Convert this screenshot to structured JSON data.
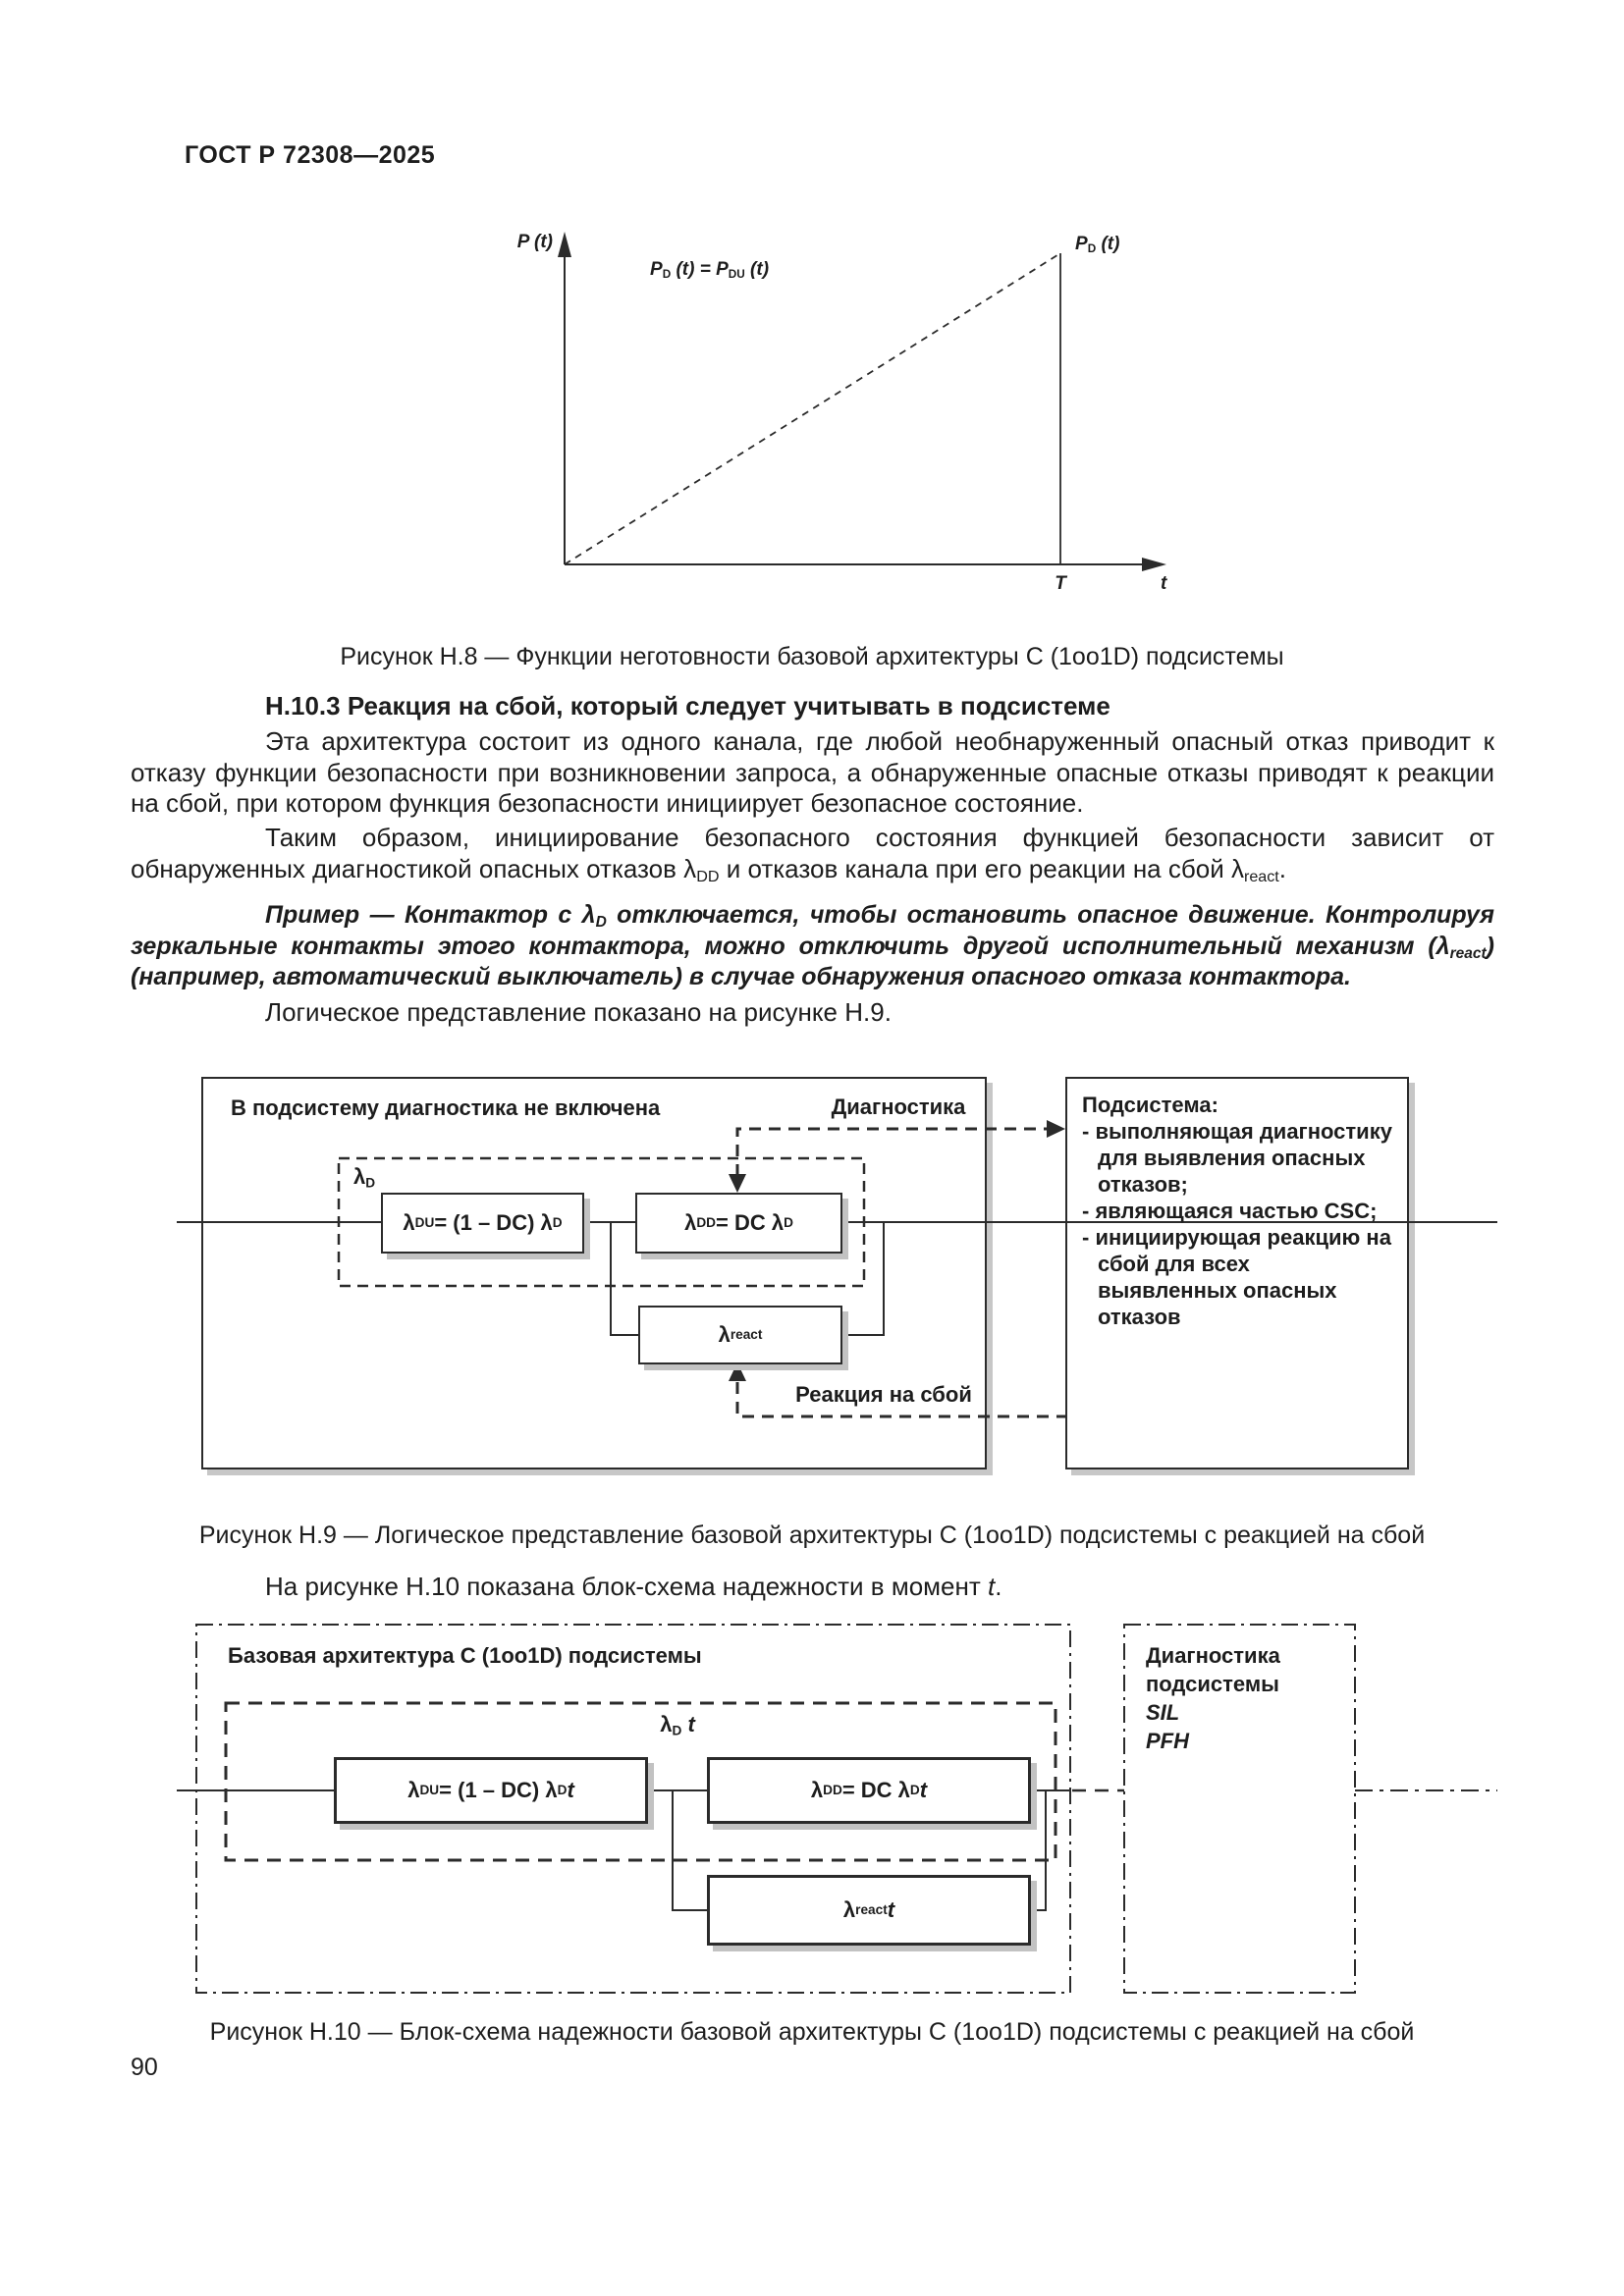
{
  "page": {
    "header": "ГОСТ Р 72308—2025",
    "number": "90"
  },
  "content": {
    "heading": "Н.10.3 Реакция на сбой, который следует учитывать в подсистеме",
    "p1": "Эта архитектура состоит из одного канала, где любой необнаруженный опасный отказ приводит к отказу функции безопасности при возникновении запроса, а обнаруженные опасные отказы приводят к реакции на сбой, при котором функция безопасности инициирует безопасное состояние.",
    "p2": [
      {
        "t": "Таким образом, инициирование безопасного состояния функцией безопасности зависит от обнаруженных диагностикой опасных отказов λ"
      },
      {
        "t": "DD",
        "sub": true
      },
      {
        "t": " и отказов канала при его реакции на сбой λ"
      },
      {
        "t": "react",
        "sub": true
      },
      {
        "t": "."
      }
    ],
    "example": [
      {
        "t": "Пример — Контактор с λ"
      },
      {
        "t": "D",
        "sub": true
      },
      {
        "t": " отключается, чтобы остановить опасное движение. Контролируя зеркальные контакты этого контактора, можно отключить другой исполнительный механизм (λ"
      },
      {
        "t": "react",
        "sub": true
      },
      {
        "t": ") (например, автоматический выключатель) в случае обнаружения опасного отказа контактора."
      }
    ],
    "p3": "Логическое представление показано на рисунке Н.9.",
    "p4": [
      {
        "t": "На рисунке Н.10 показана блок-схема надежности в момент "
      },
      {
        "t": "t",
        "i": true
      },
      {
        "t": "."
      }
    ]
  },
  "fig8": {
    "caption": "Рисунок Н.8 — Функции неготовности базовой архитектуры С (1oo1D) подсистемы",
    "y_label": [
      {
        "t": "P (t)"
      }
    ],
    "equation": [
      {
        "t": "P"
      },
      {
        "t": "D",
        "sub": true
      },
      {
        "t": " (t) = P"
      },
      {
        "t": "DU",
        "sub": true
      },
      {
        "t": " (t)"
      }
    ],
    "pd_label": [
      {
        "t": "P"
      },
      {
        "t": "D",
        "sub": true
      },
      {
        "t": " (t)"
      }
    ],
    "t_marker": "T",
    "x_label": "t"
  },
  "fig9": {
    "caption": "Рисунок Н.9 — Логическое представление базовой архитектуры С (1oo1D) подсистемы с реакцией на сбой",
    "box_label": "В подсистему диагностика не включена",
    "diag_label": "Диагностика",
    "react_label": "Реакция на сбой",
    "lambda_d": [
      {
        "t": "λ"
      },
      {
        "t": "D",
        "sub": true
      }
    ],
    "f_du": [
      {
        "t": "λ"
      },
      {
        "t": "DU",
        "sub": true
      },
      {
        "t": " = (1 – DC) λ"
      },
      {
        "t": "D",
        "sub": true
      }
    ],
    "f_dd": [
      {
        "t": "λ"
      },
      {
        "t": "DD",
        "sub": true
      },
      {
        "t": " = DC λ"
      },
      {
        "t": "D",
        "sub": true
      }
    ],
    "f_react": [
      {
        "t": "λ"
      },
      {
        "t": "react",
        "sub": true
      }
    ],
    "subsystem": {
      "title": "Подсистема:",
      "items": [
        "- выполняющая диагностику для выявления опасных отказов;",
        "- являющаяся частью CSC;",
        "- инициирующая реакцию на сбой для всех выявленных опасных отказов"
      ]
    }
  },
  "fig10": {
    "caption": "Рисунок Н.10 — Блок-схема надежности базовой архитектуры С (1oo1D) подсистемы с реакцией на сбой",
    "arch_label": "Базовая архитектура С (1oo1D) подсистемы",
    "lambda_dt": [
      {
        "t": "λ"
      },
      {
        "t": "D",
        "sub": true
      },
      {
        "t": " "
      },
      {
        "t": "t",
        "i": true
      }
    ],
    "f_du_t": [
      {
        "t": "λ"
      },
      {
        "t": "DU",
        "sub": true
      },
      {
        "t": " = (1 – DC) λ"
      },
      {
        "t": "D",
        "sub": true
      },
      {
        "t": " "
      },
      {
        "t": "t",
        "i": true
      }
    ],
    "f_dd_t": [
      {
        "t": "λ"
      },
      {
        "t": "DD",
        "sub": true
      },
      {
        "t": " = DC λ"
      },
      {
        "t": "D",
        "sub": true
      },
      {
        "t": " "
      },
      {
        "t": "t",
        "i": true
      }
    ],
    "f_react_t": [
      {
        "t": "λ"
      },
      {
        "t": "react",
        "sub": true
      },
      {
        "t": " "
      },
      {
        "t": "t",
        "i": true
      }
    ],
    "diag_lines": [
      "Диагностика",
      "подсистемы",
      "SIL",
      "PFH"
    ]
  }
}
